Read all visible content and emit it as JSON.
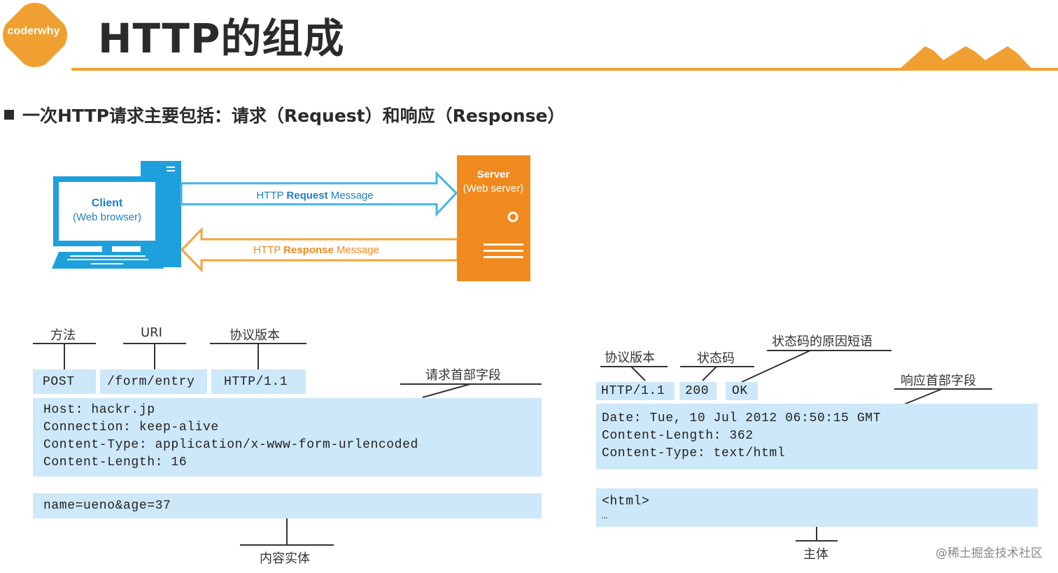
{
  "logo": {
    "text": "coderwhy",
    "color": "#f0a030"
  },
  "title": "HTTP的组成",
  "bullet": "一次HTTP请求主要包括：请求（Request）和响应（Response）",
  "diagram": {
    "client_title": "Client",
    "client_sub": "(Web browser)",
    "server_title": "Server",
    "server_sub": "(Web server)",
    "request_prefix": "HTTP ",
    "request_bold": "Request",
    "request_suffix": " Message",
    "response_prefix": "HTTP ",
    "response_bold": "Response",
    "response_suffix": " Message",
    "client_color": "#1ea0dc",
    "server_color": "#f08a1e"
  },
  "request": {
    "label_method": "方法",
    "label_uri": "URI",
    "label_version": "协议版本",
    "label_headers": "请求首部字段",
    "label_body": "内容实体",
    "method": "POST",
    "uri": "/form/entry",
    "version": "HTTP/1.1",
    "headers": [
      "Host: hackr.jp",
      "Connection: keep-alive",
      "Content-Type: application/x-www-form-urlencoded",
      "Content-Length: 16"
    ],
    "body": "name=ueno&age=37"
  },
  "response": {
    "label_version": "协议版本",
    "label_status": "状态码",
    "label_reason": "状态码的原因短语",
    "label_headers": "响应首部字段",
    "label_body": "主体",
    "version": "HTTP/1.1",
    "status": "200",
    "reason": "OK",
    "headers": [
      "Date: Tue, 10 Jul 2012 06:50:15 GMT",
      "Content-Length: 362",
      "Content-Type: text/html"
    ],
    "body_lines": [
      "<html>",
      "…"
    ]
  },
  "watermark": "@稀土掘金技术社区"
}
